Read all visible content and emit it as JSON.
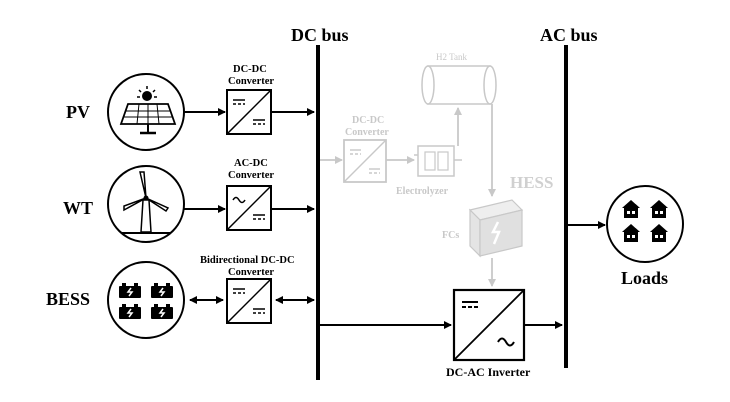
{
  "buses": {
    "dc_label": "DC bus",
    "ac_label": "AC bus"
  },
  "sources": {
    "pv_label": "PV",
    "wt_label": "WT",
    "bess_label": "BESS"
  },
  "converters": {
    "dcdc_line1": "DC-DC",
    "dcdc_line2": "Converter",
    "acdc_line1": "AC-DC",
    "acdc_line2": "Converter",
    "bidir_line1": "Bidirectional DC-DC",
    "bidir_line2": "Converter",
    "inverter_label": "DC-AC Inverter"
  },
  "hess": {
    "hess_label": "HESS",
    "tank_label": "H2 Tank",
    "dcdc_line1": "DC-DC",
    "dcdc_line2": "Converter",
    "electrolyzer_label": "Electrolyzer",
    "fc_label": "FCs"
  },
  "loads": {
    "loads_label": "Loads"
  },
  "colors": {
    "main": "#000000",
    "faded": "#c8c8c8"
  }
}
